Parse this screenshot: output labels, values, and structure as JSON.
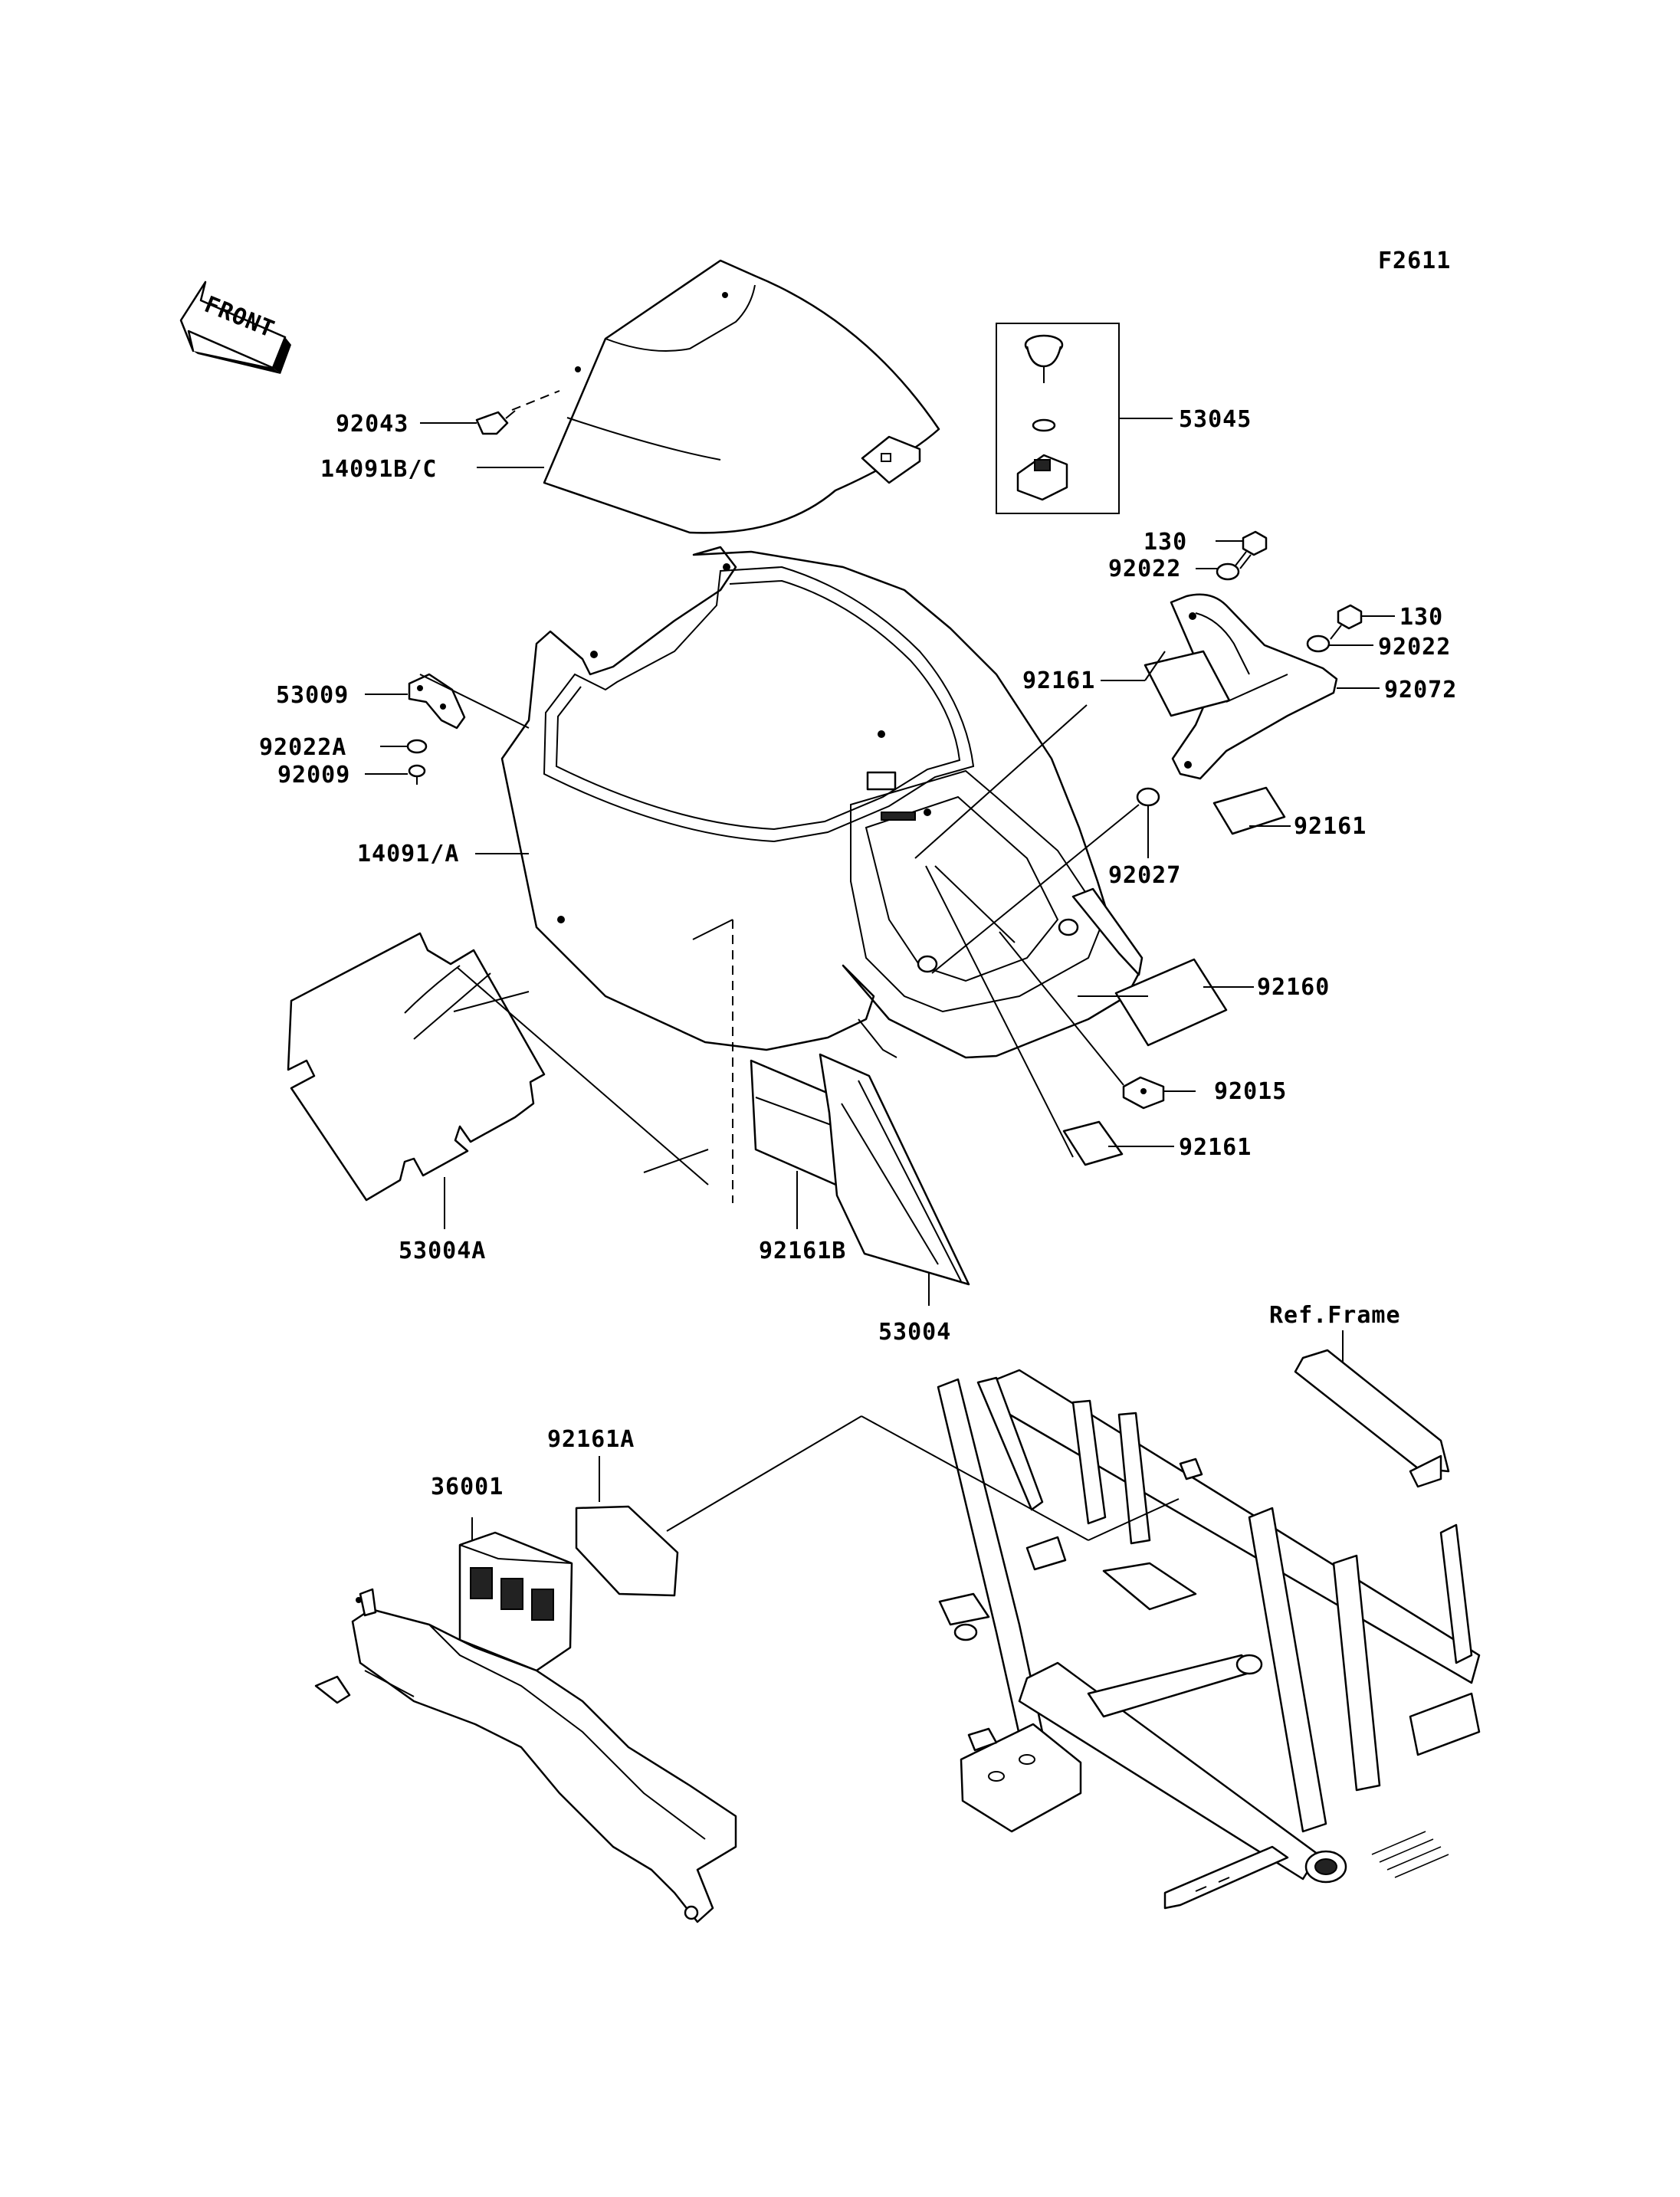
{
  "figure_code": "F2611",
  "front_arrow_label": "FRONT",
  "labels": {
    "p92043": "92043",
    "p14091bc": "14091B/C",
    "p53045": "53045",
    "p130_a": "130",
    "p92022_a": "92022",
    "p130_b": "130",
    "p92022_b": "92022",
    "p92072": "92072",
    "p92161_a": "92161",
    "p53009": "53009",
    "p92022a": "92022A",
    "p92009": "92009",
    "p14091a": "14091/A",
    "p92161_b": "92161",
    "p92027": "92027",
    "p92160": "92160",
    "p92015": "92015",
    "p92161_c": "92161",
    "p53004a": "53004A",
    "p92161b": "92161B",
    "p53004": "53004",
    "ref_frame": "Ref.Frame",
    "p92161a": "92161A",
    "p36001": "36001"
  }
}
